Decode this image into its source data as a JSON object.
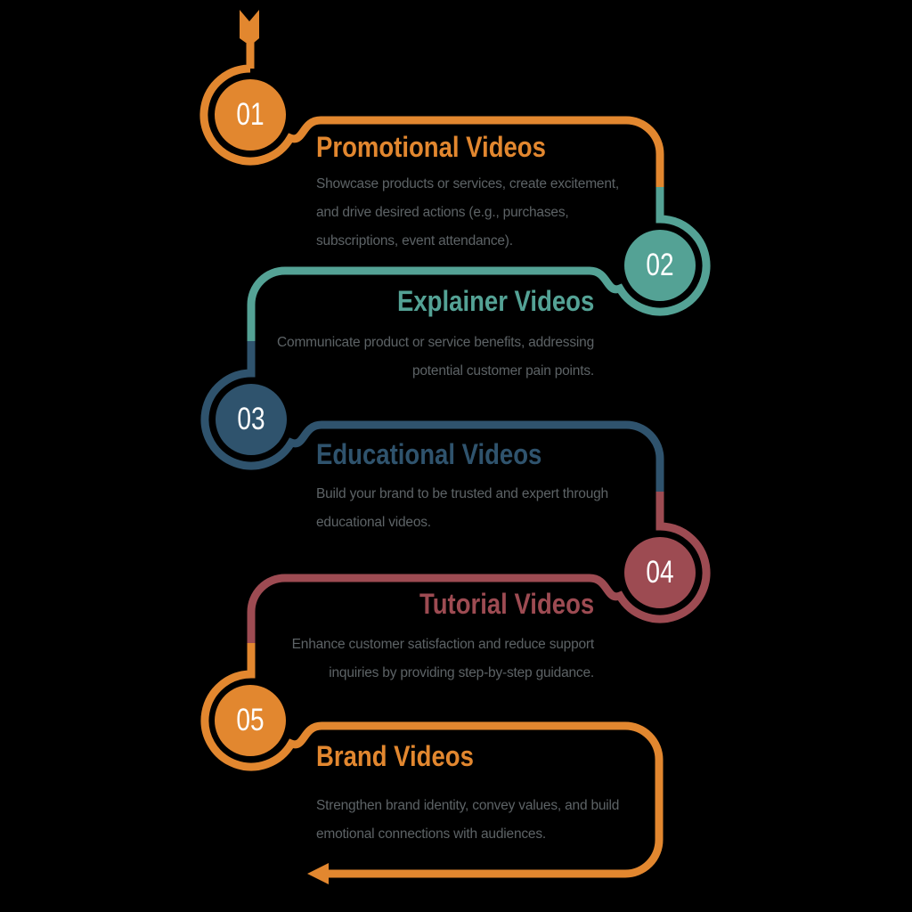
{
  "text_color": "#5D6366",
  "number_text_color": "#FFFFFF",
  "sections": [
    {
      "number": "01",
      "title": "Promotional Videos",
      "description": "Showcase products or services, create excitement, and drive desired actions (e.g., purchases, subscriptions, event attendance).",
      "color": "#E2872F",
      "side": "left"
    },
    {
      "number": "02",
      "title": "Explainer Videos",
      "description": "Communicate product or service benefits, addressing potential customer pain points.",
      "color": "#54A295",
      "side": "right"
    },
    {
      "number": "03",
      "title": "Educational Videos",
      "description": "Build your brand to be trusted and expert through educational videos.",
      "color": "#2F536D",
      "side": "left"
    },
    {
      "number": "04",
      "title": "Tutorial Videos",
      "description": "Enhance customer satisfaction and reduce support inquiries by providing step-by-step guidance.",
      "color": "#9D4B52",
      "side": "right"
    },
    {
      "number": "05",
      "title": "Brand Videos",
      "description": "Strengthen brand identity, convey values, and build emotional connections with audiences.",
      "color": "#E2872F",
      "side": "left"
    }
  ],
  "icons": {
    "start_marker": "arrow-fletching",
    "end_marker": "arrow-head-left"
  }
}
